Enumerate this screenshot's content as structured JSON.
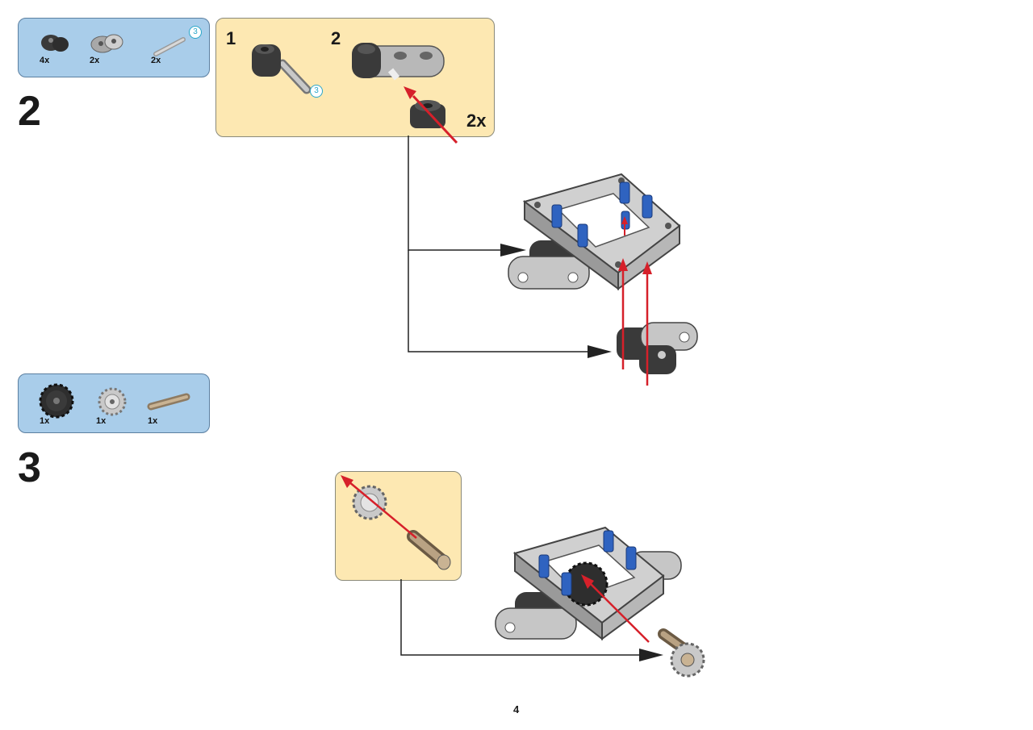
{
  "step2": {
    "number": "2",
    "parts": [
      {
        "name": "connector-black",
        "qty": "4x"
      },
      {
        "name": "connector-gray",
        "qty": "2x"
      },
      {
        "name": "axle-3",
        "qty": "2x",
        "length": "3"
      }
    ],
    "substeps": [
      {
        "number": "1",
        "axle_length": "3"
      },
      {
        "number": "2",
        "multiplier": "2x"
      }
    ]
  },
  "step3": {
    "number": "3",
    "parts": [
      {
        "name": "gear-black",
        "qty": "1x"
      },
      {
        "name": "gear-gray",
        "qty": "1x"
      },
      {
        "name": "axle-tan",
        "qty": "1x"
      }
    ]
  },
  "page_number": "4",
  "colors": {
    "parts_box": "#a9cdea",
    "subassembly_box": "#fde8b2",
    "arrow_red": "#d6202a",
    "pin_blue": "#2f63c0",
    "frame_gray": "#c9c9c9",
    "part_black": "#3a3a3a"
  }
}
